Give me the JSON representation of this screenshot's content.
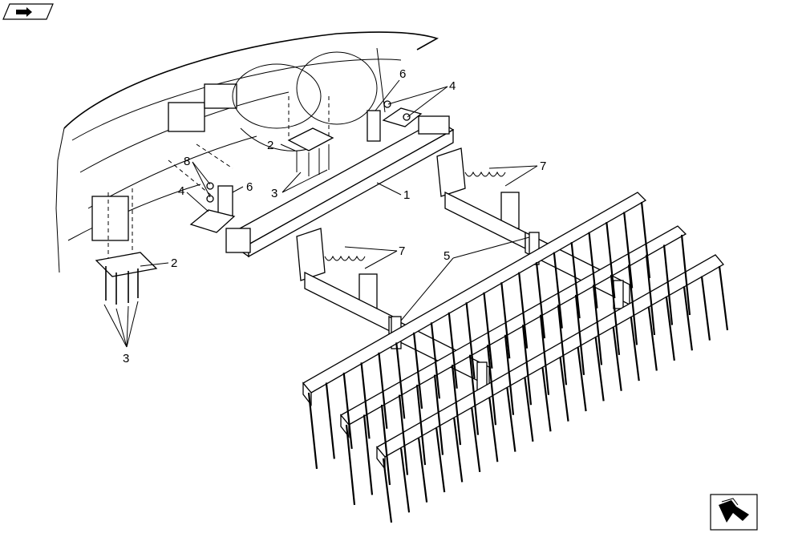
{
  "callouts": {
    "c1": "1",
    "c2a": "2",
    "c2b": "2",
    "c3a": "3",
    "c3b": "3",
    "c4a": "4",
    "c4b": "4",
    "c5": "5",
    "c6a": "6",
    "c6b": "6",
    "c7a": "7",
    "c7b": "7",
    "c8": "8"
  },
  "icons": {
    "top_left": "previous-page-arrow-icon",
    "bottom_right": "next-page-arrow-icon"
  },
  "colors": {
    "line": "#000000",
    "background": "#ffffff"
  }
}
